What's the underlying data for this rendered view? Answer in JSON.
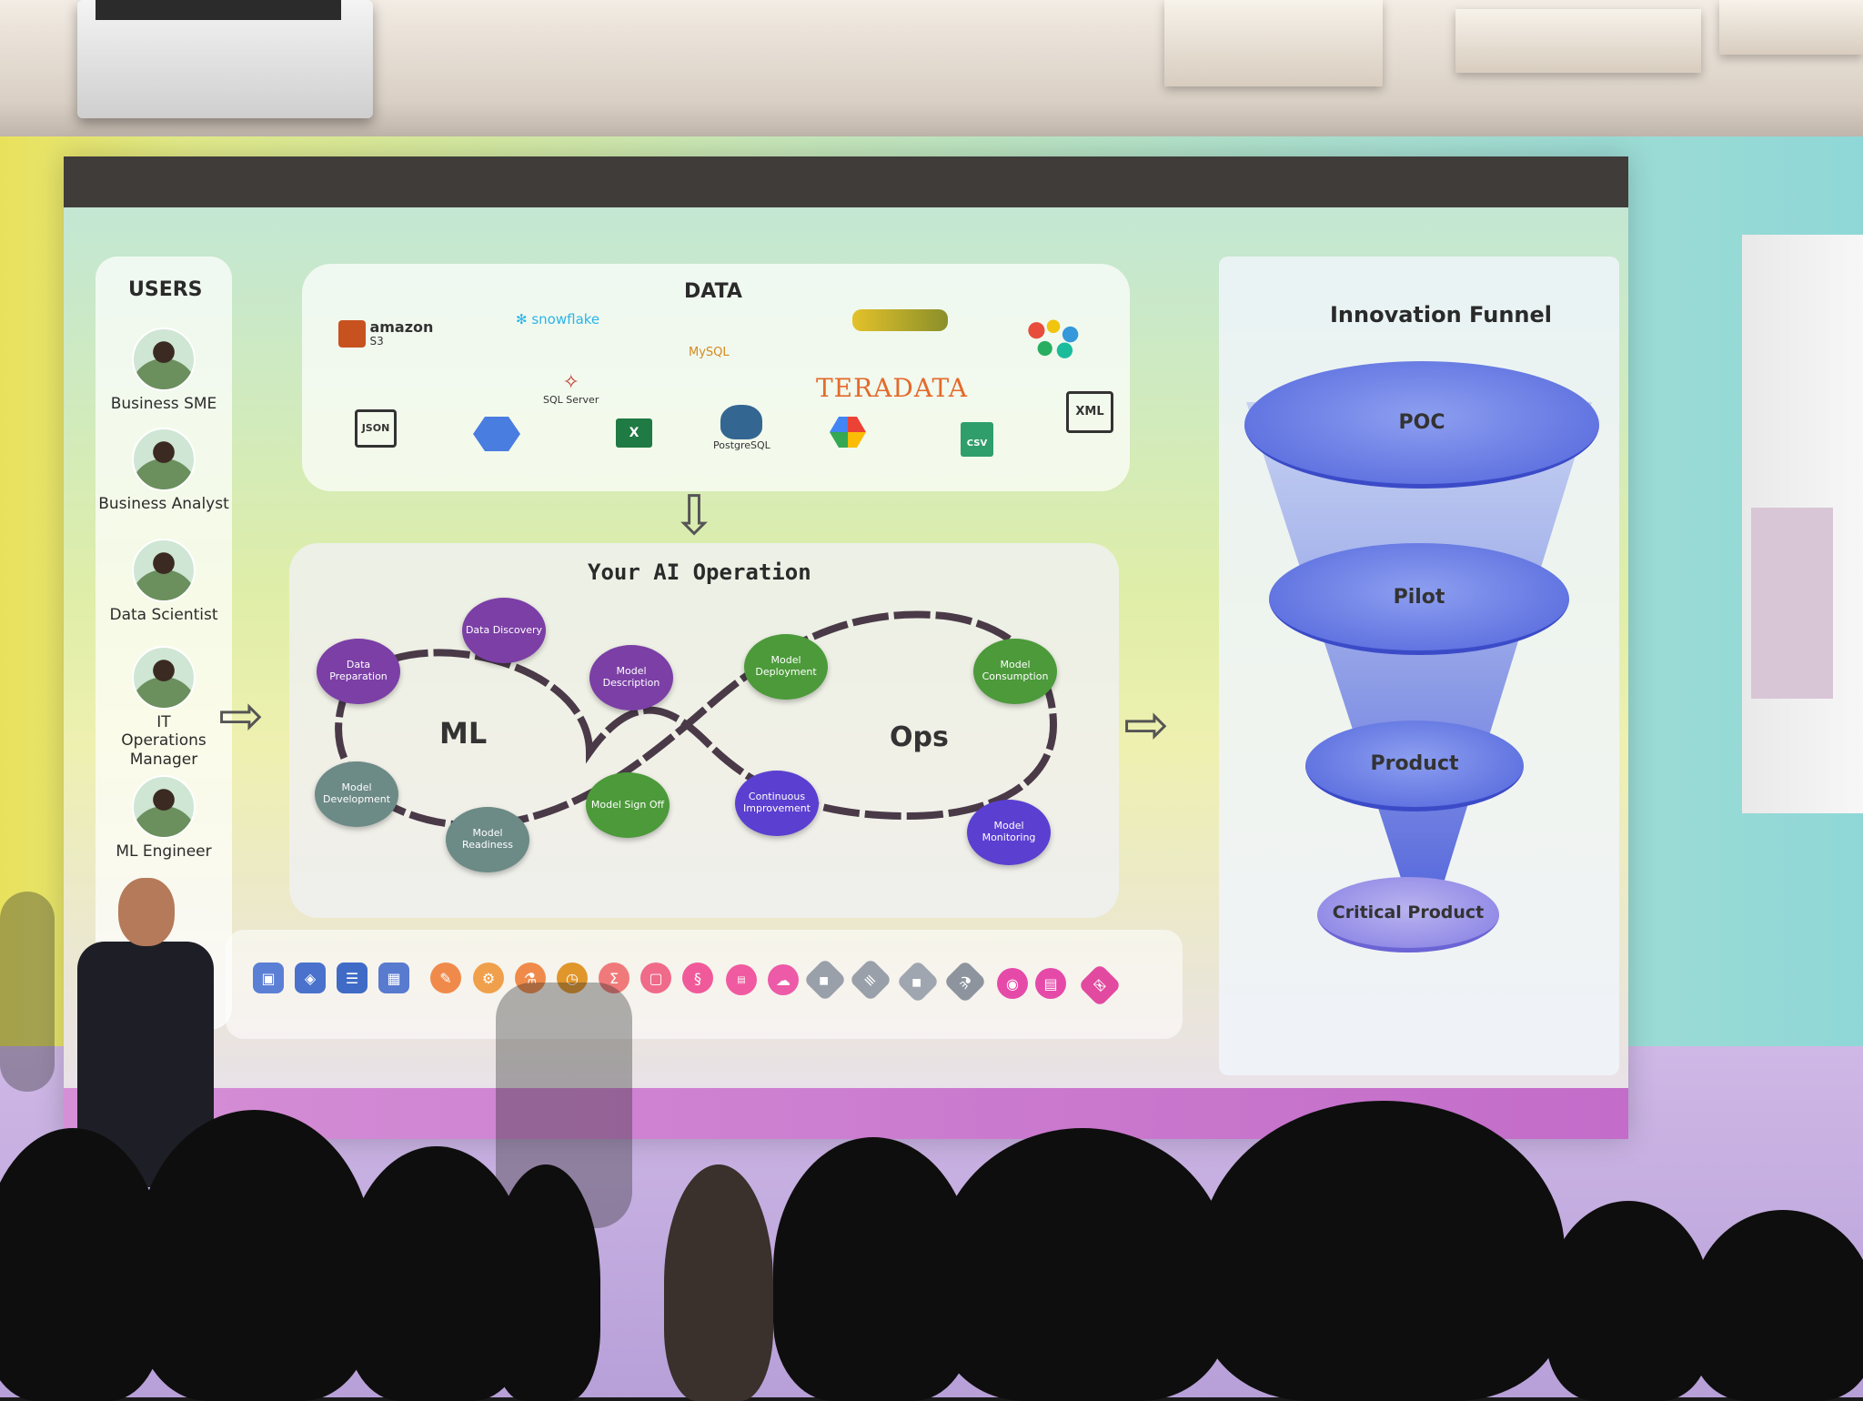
{
  "users": {
    "title": "USERS",
    "items": [
      {
        "label": "Business SME"
      },
      {
        "label": "Business Analyst"
      },
      {
        "label": "Data Scientist"
      },
      {
        "label": "IT Operations Manager"
      },
      {
        "label": "ML Engineer"
      }
    ]
  },
  "data": {
    "title": "DATA",
    "logos": {
      "amazon": "amazon",
      "s3": "S3",
      "snowflake": "snowflake",
      "mysql": "MySQL",
      "teradata": "TERADATA",
      "sqlserver": "SQL Server",
      "json": "JSON",
      "xml": "XML",
      "postgresql": "PostgreSQL",
      "csv": "CSV",
      "excel": "X"
    }
  },
  "ai_operation": {
    "title": "Your AI Operation",
    "ml_label": "ML",
    "ops_label": "Ops",
    "nodes": {
      "data_discovery": "Data Discovery",
      "data_preparation": "Data Preparation",
      "model_description": "Model Description",
      "model_development": "Model Development",
      "model_readiness": "Model Readiness",
      "model_signoff": "Model Sign Off",
      "model_deployment": "Model Deployment",
      "model_consumption": "Model Consumption",
      "continuous_improvement": "Continuous Improvement",
      "model_monitoring": "Model Monitoring"
    },
    "colors": {
      "purple": "#7b3fa6",
      "green": "#4c9a3a",
      "gray": "#6c8a86",
      "blue": "#5b3fd1"
    }
  },
  "funnel": {
    "title": "Innovation Funnel",
    "stages": [
      {
        "label": "POC"
      },
      {
        "label": "Pilot"
      },
      {
        "label": "Product"
      },
      {
        "label": "Critical Product"
      }
    ]
  },
  "tools": {
    "icons": [
      "database-icon",
      "cube-icon",
      "workflow-icon",
      "table-icon",
      "chart-icon",
      "gear-icon",
      "flask-icon",
      "clock-icon",
      "sigma-icon",
      "image-icon",
      "python-icon",
      "sql-icon",
      "cloud-icon",
      "diamond-icon",
      "stack-icon",
      "diamond-icon",
      "flask-icon",
      "ai-icon",
      "doc-icon",
      "mail-icon"
    ]
  }
}
